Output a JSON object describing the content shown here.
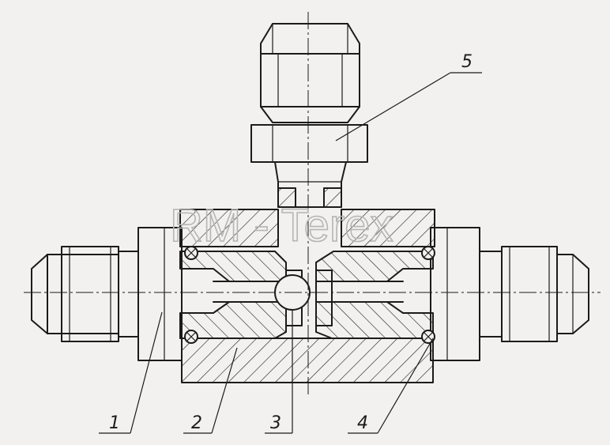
{
  "watermark": "RM - Terex",
  "callouts": [
    {
      "label": "1",
      "part": "housing"
    },
    {
      "label": "2",
      "part": "valve-body"
    },
    {
      "label": "3",
      "part": "ball"
    },
    {
      "label": "4",
      "part": "o-ring"
    },
    {
      "label": "5",
      "part": "branch-fitting"
    }
  ],
  "colors": {
    "ink": "#1b1b1b",
    "paper": "#f2f1ef",
    "watermark": "#b5b5b5"
  }
}
